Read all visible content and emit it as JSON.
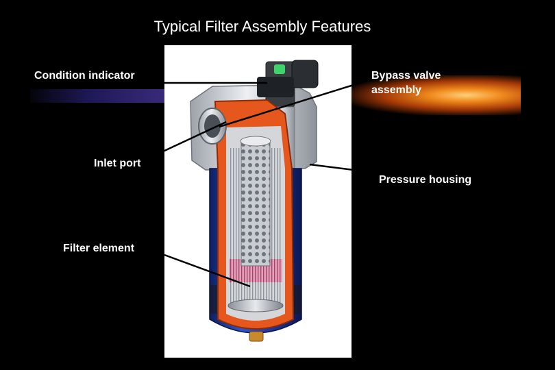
{
  "title": "Typical Filter Assembly Features",
  "labels": {
    "condition_indicator": "Condition indicator",
    "bypass_valve": "Bypass valve\nassembly",
    "inlet_port": "Inlet port",
    "pressure_housing": "Pressure housing",
    "filter_element": "Filter element"
  },
  "colors": {
    "background": "#000000",
    "housing_blue": "#1f3fa8",
    "cutaway_orange": "#e5571c",
    "head_silver": "#c8ccd2",
    "accent_glow": "#f08a1c"
  }
}
